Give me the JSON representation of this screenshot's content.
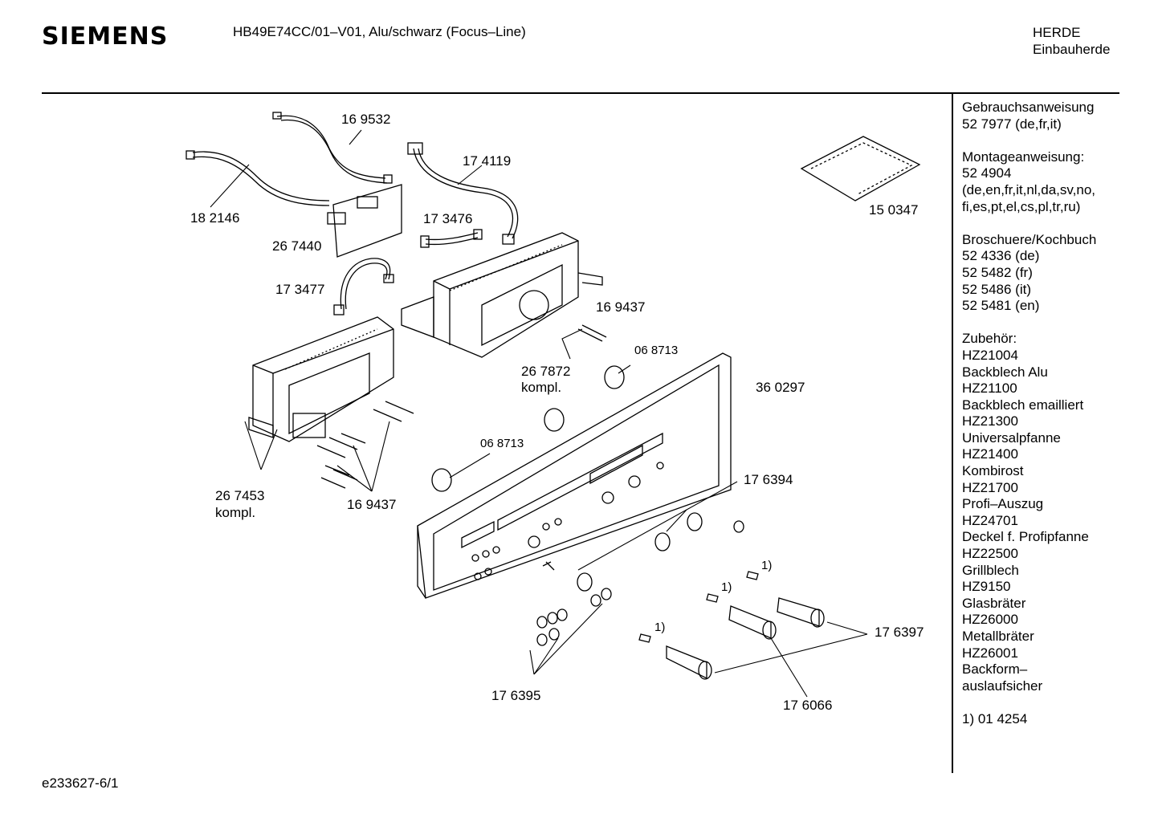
{
  "header": {
    "brand": "SIEMENS",
    "model": "HB49E74CC/01–V01, Alu/schwarz (Focus–Line)",
    "category_line1": "HERDE",
    "category_line2": "Einbauherde"
  },
  "footer": {
    "doc_id": "e233627-6/1"
  },
  "sidebar": {
    "sections": [
      {
        "lines": [
          "Gebrauchsanweisung",
          "52 7977 (de,fr,it)"
        ]
      },
      {
        "lines": [
          "Montageanweisung:",
          "52 4904",
          "(de,en,fr,it,nl,da,sv,no,",
          "fi,es,pt,el,cs,pl,tr,ru)"
        ]
      },
      {
        "lines": [
          "Broschuere/Kochbuch",
          "52 4336 (de)",
          "52 5482 (fr)",
          "52 5486 (it)",
          "52 5481 (en)"
        ]
      },
      {
        "lines": [
          "Zubehör:",
          "HZ21004",
          "Backblech Alu",
          "HZ21100",
          "Backblech emailliert",
          "HZ21300",
          "Universalpfanne",
          "HZ21400",
          "Kombirost",
          "HZ21700",
          "Profi–Auszug",
          "HZ24701",
          "Deckel f. Profipfanne",
          "HZ22500",
          "Grillblech",
          "HZ9150",
          "Glasbräter",
          "HZ26000",
          "Metallbräter",
          "HZ26001",
          "Backform–",
          "auslaufsicher"
        ]
      },
      {
        "lines": [
          "1) 01 4254"
        ]
      }
    ]
  },
  "parts": {
    "p169532": "16 9532",
    "p182146": "18 2146",
    "p174119": "17 4119",
    "p173476": "17 3476",
    "p267440": "26 7440",
    "p173477": "17 3477",
    "p169437a": "16 9437",
    "p068713a": "06 8713",
    "p267872": "26 7872",
    "p267872k": "kompl.",
    "p360297": "36 0297",
    "p068713b": "06 8713",
    "p150347": "15 0347",
    "p267453": "26 7453",
    "p267453k": "kompl.",
    "p169437b": "16 9437",
    "p176394": "17 6394",
    "p176397": "17 6397",
    "p176395": "17 6395",
    "p176066": "17 6066",
    "fn1": "1)",
    "fn2": "1)",
    "fn3": "1)"
  }
}
